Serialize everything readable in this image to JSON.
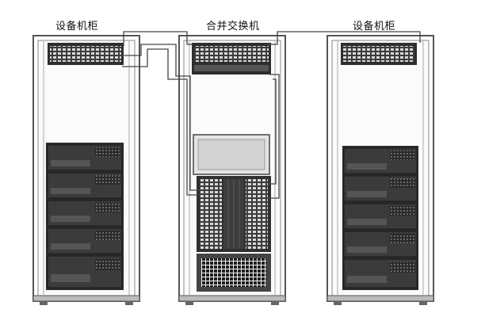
{
  "labels": {
    "left_rack": "设备机柜",
    "center_rack": "合并交换机",
    "right_rack": "设备机柜"
  },
  "racks": [
    {
      "id": "left",
      "role": "equipment",
      "servers": 5
    },
    {
      "id": "center",
      "role": "switch"
    },
    {
      "id": "right",
      "role": "equipment",
      "servers": 5
    }
  ],
  "colors": {
    "frame": "#555555",
    "server": "#3a3a3a",
    "panel": "#2f2f2f",
    "cable": "#444444"
  }
}
